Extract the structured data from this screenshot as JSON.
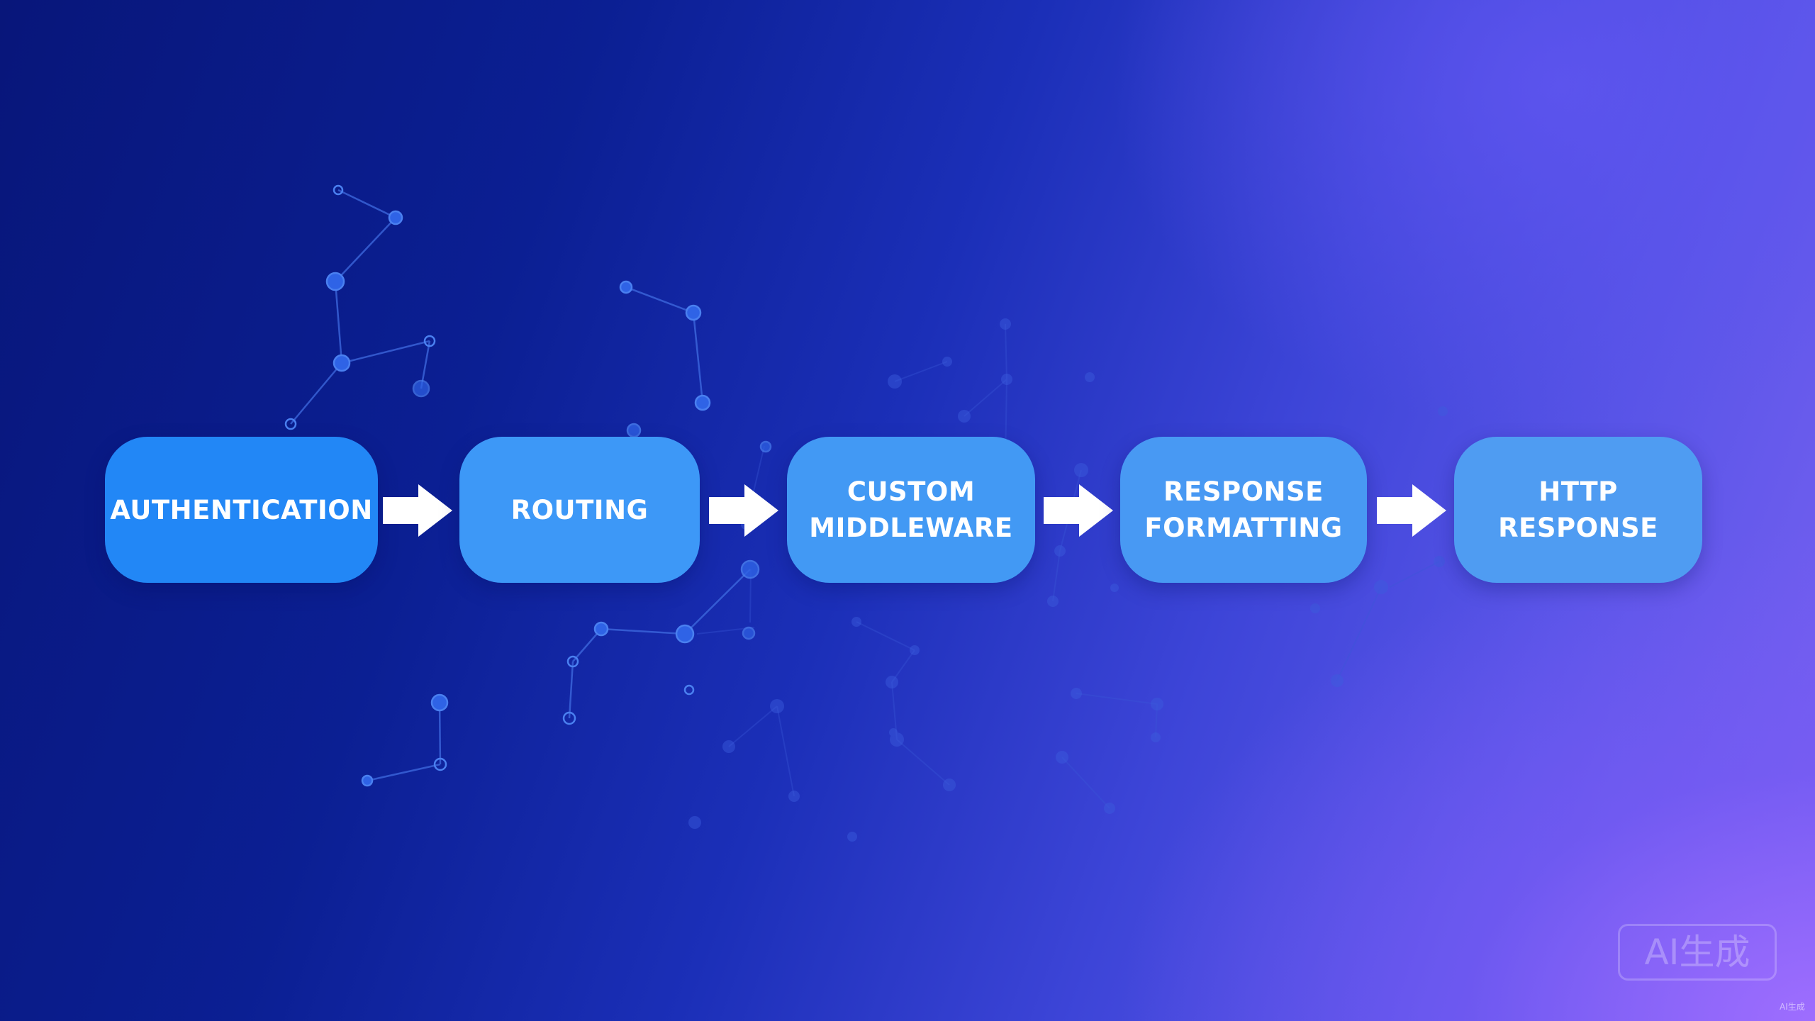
{
  "steps": [
    {
      "label": "AUTHENTICATION",
      "color": "#2287f6"
    },
    {
      "label": "ROUTING",
      "color": "#3d98f7"
    },
    {
      "label": "CUSTOM\nMIDDLEWARE",
      "color": "#4299f4"
    },
    {
      "label": "RESPONSE\nFORMATTING",
      "color": "#4899f3"
    },
    {
      "label": "HTTP\nRESPONSE",
      "color": "#4f9cf2"
    }
  ],
  "arrow_color": "#ffffff",
  "watermark": {
    "badge": "AI生成",
    "corner": "AI生成"
  }
}
